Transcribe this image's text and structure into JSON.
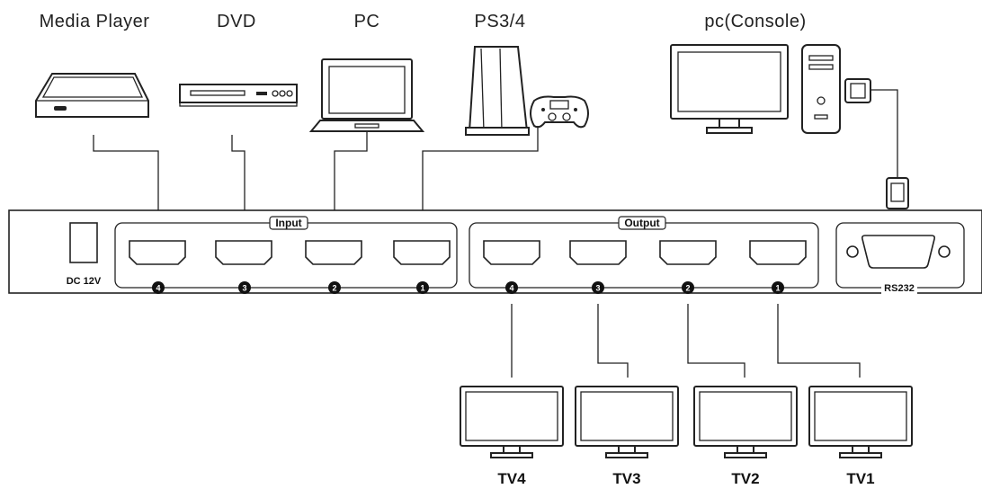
{
  "sources": {
    "media_player": "Media Player",
    "dvd": "DVD",
    "pc": "PC",
    "ps": "PS3/4",
    "console": "pc(Console)"
  },
  "panel": {
    "dc_label": "DC 12V",
    "input_label": "Input",
    "output_label": "Output",
    "rs232_label": "RS232",
    "port_numbers": [
      "4",
      "3",
      "2",
      "1"
    ]
  },
  "outputs": {
    "tv4": "TV4",
    "tv3": "TV3",
    "tv2": "TV2",
    "tv1": "TV1"
  }
}
